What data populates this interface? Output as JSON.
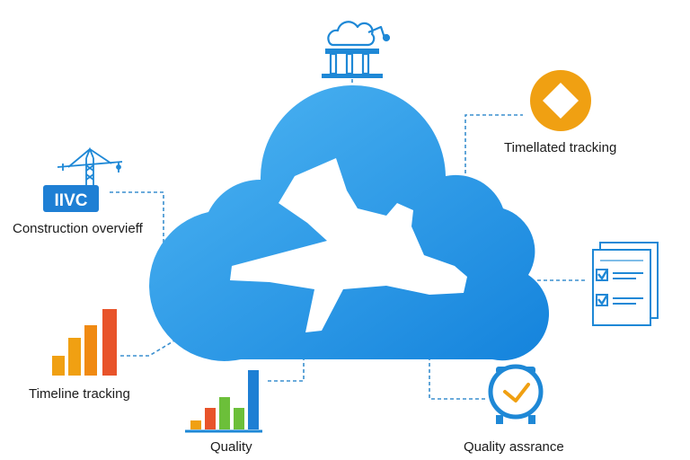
{
  "labels": {
    "construction": "Construction overvieff",
    "timelated": "Timellated tracking",
    "timeline": "Timeline tracking",
    "quality": "Quality",
    "quality_assurance": "Quality assrance"
  },
  "badge_text": "IIVC",
  "icons": {
    "top": "cloud-factory-icon",
    "top_right": "diamond-icon",
    "right": "checklist-documents-icon",
    "bottom_right": "alarm-clock-icon",
    "bottom_center": "bar-chart-icon",
    "left_bottom": "bar-chart-icon",
    "left_top": "crane-icon",
    "center": "cloud-icon",
    "center_inner": "airplane-icon"
  },
  "colors": {
    "cloud": "#1e8fe0",
    "cloud_light": "#4fb3f2",
    "line": "#3a8fcf",
    "orange": "#f0a012",
    "bar_orange": "#f08a12",
    "bar_red": "#e8532a",
    "bar_green": "#6cbf3a",
    "bar_blue": "#1e7fd4"
  }
}
